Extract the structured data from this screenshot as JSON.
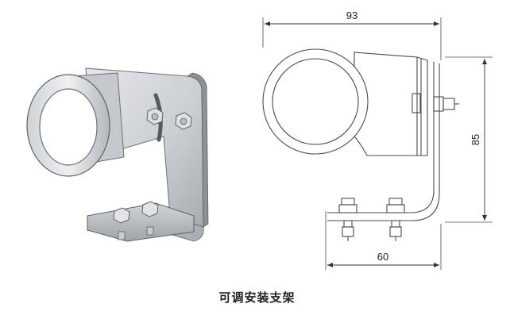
{
  "figure": {
    "caption": "可调安装支架",
    "dimensions": {
      "width_top": "93",
      "height_right": "85",
      "width_bottom": "60"
    },
    "colors": {
      "metal_light": "#d9dcdf",
      "metal_mid": "#b9bdc1",
      "metal_dark": "#8f9498",
      "outline": "#555a5e",
      "drawing_line": "#4a4a4a"
    }
  }
}
